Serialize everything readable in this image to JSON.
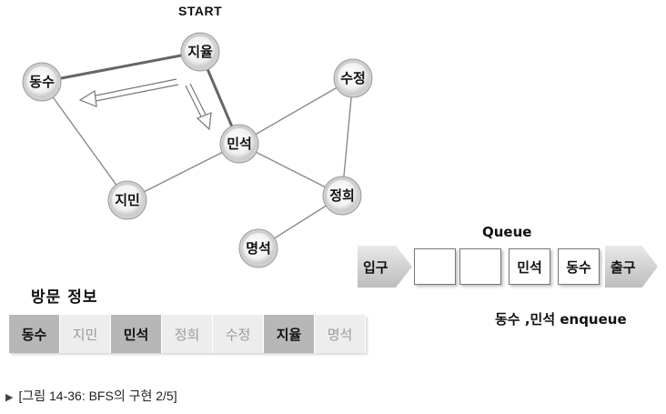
{
  "start_label": "START",
  "nodes": [
    {
      "id": "jiyul",
      "label": "지율"
    },
    {
      "id": "dongsu",
      "label": "동수"
    },
    {
      "id": "sujeong",
      "label": "수정"
    },
    {
      "id": "minseok",
      "label": "민석"
    },
    {
      "id": "jimin",
      "label": "지민"
    },
    {
      "id": "junghee",
      "label": "정희"
    },
    {
      "id": "myungseok",
      "label": "명석"
    }
  ],
  "edges": [
    [
      "jiyul",
      "dongsu"
    ],
    [
      "jiyul",
      "minseok"
    ],
    [
      "dongsu",
      "jimin"
    ],
    [
      "jimin",
      "minseok"
    ],
    [
      "minseok",
      "sujeong"
    ],
    [
      "minseok",
      "junghee"
    ],
    [
      "sujeong",
      "junghee"
    ],
    [
      "junghee",
      "myungseok"
    ]
  ],
  "visited_edges": [
    [
      "jiyul",
      "dongsu"
    ],
    [
      "jiyul",
      "minseok"
    ]
  ],
  "queue": {
    "title": "Queue",
    "in_label": "입구",
    "out_label": "출구",
    "cells": [
      "",
      "",
      "민석",
      "동수"
    ]
  },
  "enqueue_text": "동수 ,민석 enqueue",
  "visit": {
    "title": "방문 정보",
    "cells": [
      {
        "label": "동수",
        "visited": true
      },
      {
        "label": "지민",
        "visited": false
      },
      {
        "label": "민석",
        "visited": true
      },
      {
        "label": "정희",
        "visited": false
      },
      {
        "label": "수정",
        "visited": false
      },
      {
        "label": "지율",
        "visited": true
      },
      {
        "label": "명석",
        "visited": false
      }
    ]
  },
  "caption": "[그림 14-36: BFS의 구현 2/5]",
  "colors": {
    "visited": "#b7b7b7",
    "unvisited": "#ededed",
    "edge": "#8a8a8a",
    "node_fill": "#e6e6e6"
  }
}
